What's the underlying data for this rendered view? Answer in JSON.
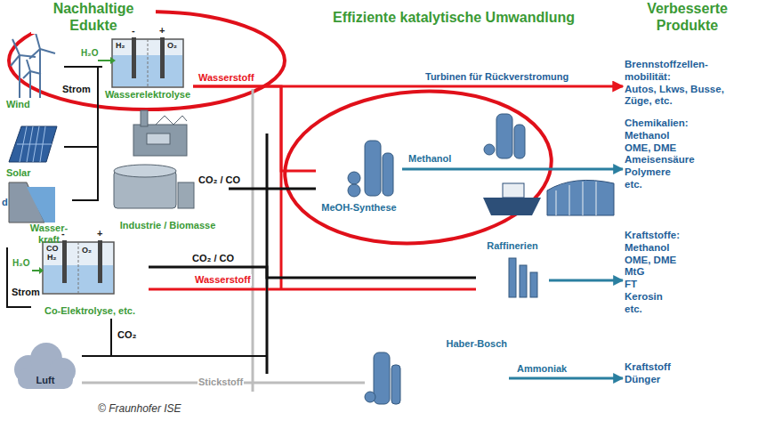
{
  "diagram": {
    "nodes": [
      {
        "text": [
          "Wind"
        ]
      },
      {
        "text": [
          "Wasserelektrolyse"
        ]
      },
      {
        "text": [
          "Solar"
        ]
      },
      {
        "text": [
          "Wasser- kraft"
        ]
      },
      {
        "text": [
          "Industrie / Biomasse"
        ]
      },
      {
        "text": [
          "Co-Elektrolyse, etc."
        ]
      },
      {
        "text": [
          "Luft"
        ]
      },
      {
        "text": [
          "MeOH-Synthese"
        ]
      },
      {
        "text": [
          "Raffinerien"
        ]
      },
      {
        "text": [
          "Haber-Bosch"
        ]
      },
      {
        "text": [
          "Brennstoffzellen- mobilität:",
          "Autos, Lkws, Busse, Züge, etc."
        ]
      },
      {
        "text": [
          "Chemikalien:",
          "Methanol",
          "OME, DME",
          "Ameisensäure",
          "Polymere",
          "etc."
        ]
      },
      {
        "text": [
          "Kraftstoffe:",
          "Methanol",
          "OME, DME",
          "MtG",
          "FT",
          "Kerosin",
          "etc."
        ]
      },
      {
        "text": [
          "Kraftstoff",
          "Dünger"
        ]
      }
    ],
    "edges": [
      {
        "from": 0,
        "to": 1,
        "arrow": "none"
      },
      {
        "from": 2,
        "to": 1,
        "arrow": "none"
      },
      {
        "from": 3,
        "to": 1,
        "arrow": "none"
      },
      {
        "from": 3,
        "to": 5,
        "arrow": "none"
      },
      {
        "from": 1,
        "to": 10,
        "label": "Wasserstoff",
        "arrow": "to"
      },
      {
        "from": 1,
        "to": 7,
        "arrow": "none"
      },
      {
        "from": 4,
        "to": 7,
        "label": "CO₂ / CO",
        "arrow": "none"
      },
      {
        "from": 7,
        "to": 11,
        "label": "Methanol",
        "arrow": "to"
      },
      {
        "from": 5,
        "to": 8,
        "label": "CO₂ / CO",
        "arrow": "none"
      },
      {
        "from": 5,
        "to": 8,
        "label": "Wasserstoff",
        "arrow": "none"
      },
      {
        "from": 8,
        "to": 12,
        "arrow": "to"
      },
      {
        "from": 6,
        "to": 5,
        "label": "CO₂",
        "arrow": "none"
      },
      {
        "from": 6,
        "to": 7,
        "arrow": "none"
      },
      {
        "from": 6,
        "to": 9,
        "label": "Stickstoff",
        "arrow": "none"
      },
      {
        "from": 9,
        "to": 13,
        "label": "Ammoniak",
        "arrow": "to"
      }
    ],
    "labels": [
      "Nachhaltige Edukte",
      "Effiziente katalytische Umwandlung",
      "Verbesserte Produkte",
      "H₂O",
      "Strom",
      "H₂",
      "O₂",
      "-",
      "+",
      "Turbinen für Rückverstromung",
      "H₂O",
      "CO",
      "H₂",
      "O₂",
      "-",
      "+",
      "Strom",
      "© Fraunhofer ISE",
      "d"
    ]
  }
}
